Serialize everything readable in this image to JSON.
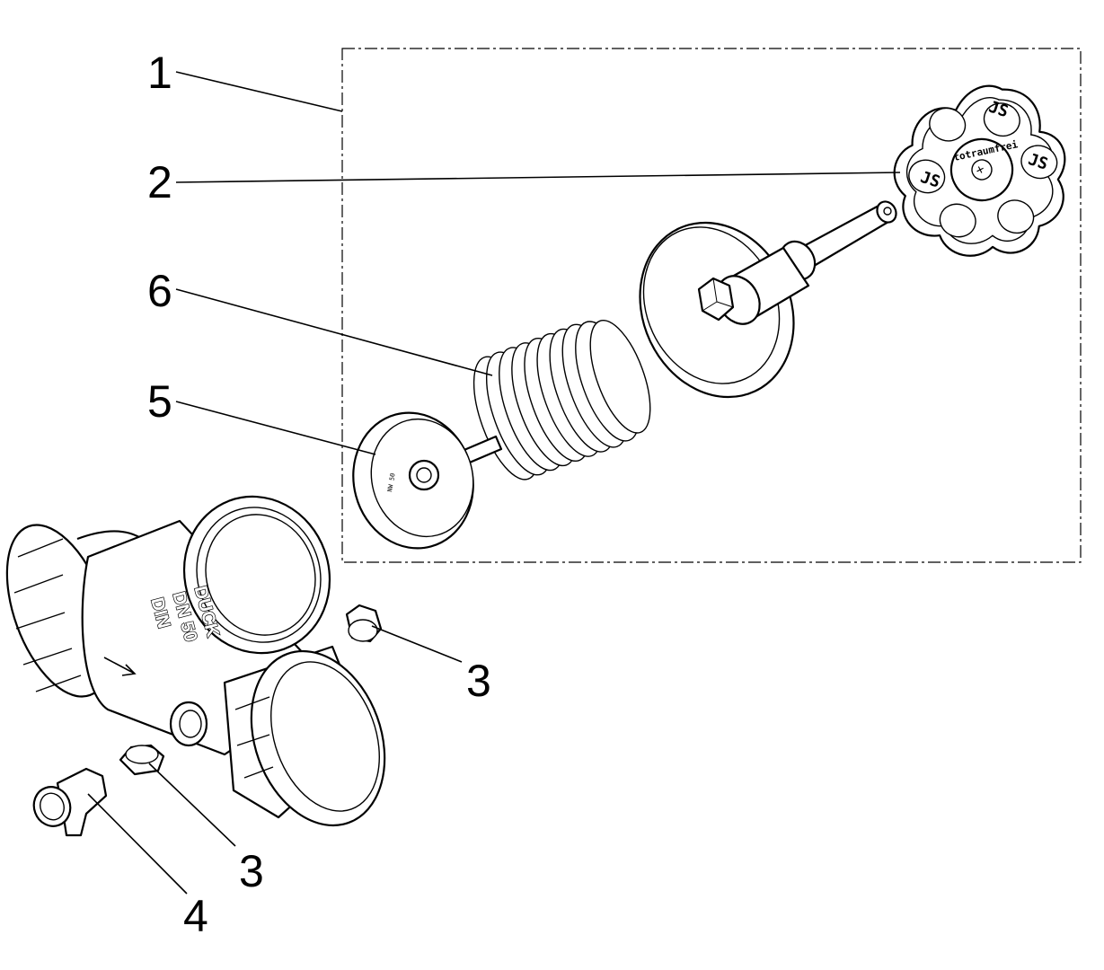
{
  "callouts": [
    {
      "id": "1",
      "label": "1"
    },
    {
      "id": "2",
      "label": "2"
    },
    {
      "id": "6",
      "label": "6"
    },
    {
      "id": "5",
      "label": "5"
    },
    {
      "id": "3a",
      "label": "3"
    },
    {
      "id": "3b",
      "label": "3"
    },
    {
      "id": "4",
      "label": "4"
    }
  ],
  "body_markings": {
    "line1": "DUCK",
    "line2": "DN 50",
    "line3": "DIN"
  },
  "handwheel": {
    "text": "totraumfrei",
    "logo": "JS"
  },
  "disc_marking": "NW 50"
}
